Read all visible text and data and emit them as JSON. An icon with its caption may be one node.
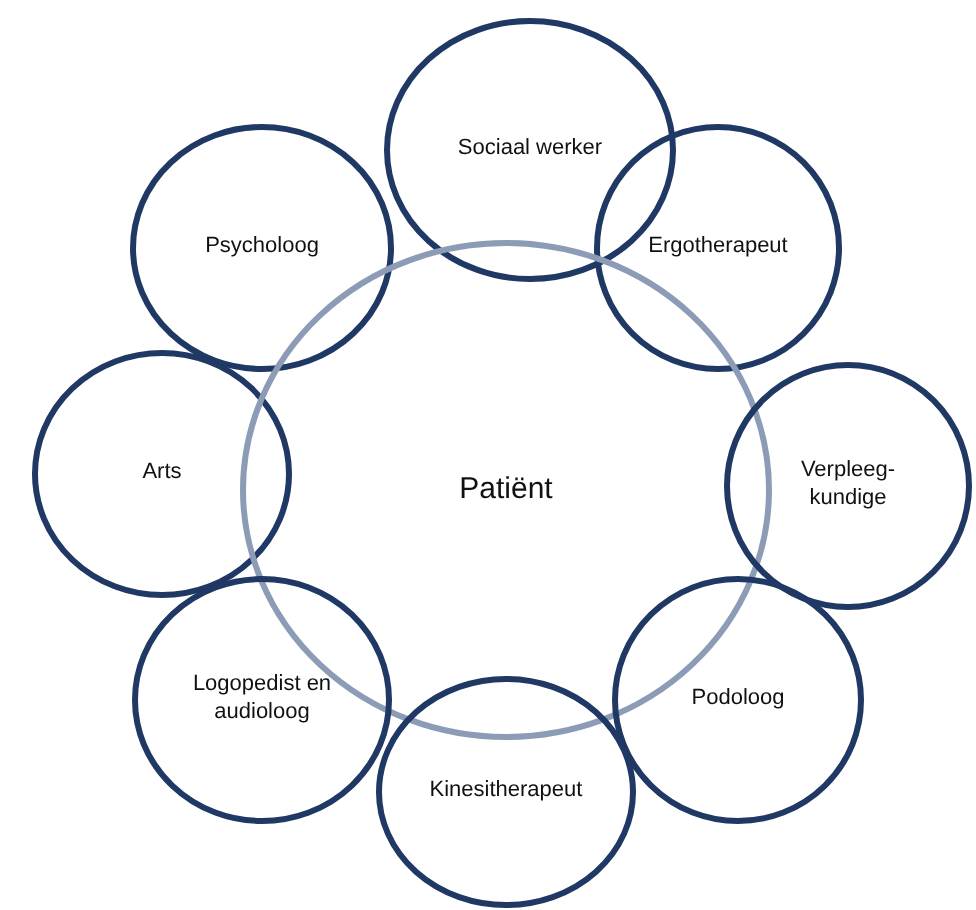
{
  "diagram": {
    "nodes": [
      {
        "text": [
          "Sociaal werker"
        ]
      },
      {
        "text": [
          "Psycholoog"
        ]
      },
      {
        "text": [
          "Ergotherapeut"
        ]
      },
      {
        "text": [
          "Arts"
        ]
      },
      {
        "text": [
          "Patiënt"
        ]
      },
      {
        "text": [
          "Verpleeg- kundige"
        ]
      },
      {
        "text": [
          "Logopedist en audioloog"
        ]
      },
      {
        "text": [
          "Podoloog"
        ]
      },
      {
        "text": [
          "Kinesitherapeut"
        ]
      }
    ]
  }
}
